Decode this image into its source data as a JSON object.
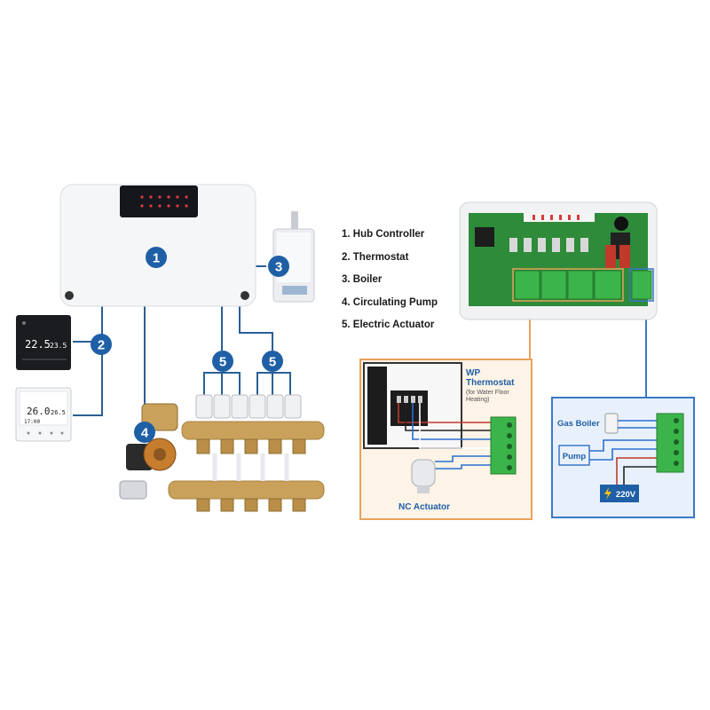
{
  "legend": [
    "1. Hub Controller",
    "2. Thermostat",
    "3. Boiler",
    "4. Circulating Pump",
    "5. Electric Actuator"
  ],
  "badges": {
    "hub": "1",
    "thermostat": "2",
    "boiler": "3",
    "pump": "4",
    "actuator_a": "5",
    "actuator_b": "5"
  },
  "thermostat_black": {
    "temp": "22.5",
    "set": "23.5"
  },
  "thermostat_white": {
    "temp": "26.0",
    "set": "26.5",
    "time": "17:00"
  },
  "wp_box": {
    "title_line1": "WP",
    "title_line2": "Thermostat",
    "subtitle_line1": "(for Water Floor",
    "subtitle_line2": "Heating)",
    "actuator_label": "NC Actuator"
  },
  "gas_box": {
    "boiler_label": "Gas Boiler",
    "pump_label": "Pump",
    "power_label": "220V"
  },
  "colors": {
    "badge": "#1f5fa6",
    "line": "#2a5f95",
    "wp_border": "#e8a25a",
    "wp_fill": "#fdf3e6",
    "gas_border": "#3978c8",
    "gas_fill": "#e8f1fb",
    "terminal": "#3bb54a",
    "pcb": "#2e8b3a"
  }
}
